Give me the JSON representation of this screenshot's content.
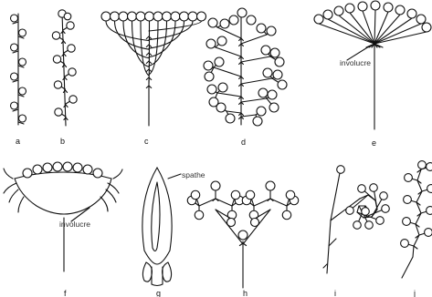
{
  "figure": {
    "panels": [
      {
        "id": "a",
        "label": "a"
      },
      {
        "id": "b",
        "label": "b"
      },
      {
        "id": "c",
        "label": "c"
      },
      {
        "id": "d",
        "label": "d"
      },
      {
        "id": "e",
        "label": "e"
      },
      {
        "id": "f",
        "label": "f"
      },
      {
        "id": "g",
        "label": "g"
      },
      {
        "id": "h",
        "label": "h"
      },
      {
        "id": "i",
        "label": "i"
      },
      {
        "id": "j",
        "label": "j"
      }
    ],
    "annotations": {
      "involucre_e": "involucre",
      "involucre_f": "involucre",
      "spathe_g": "spathe"
    }
  }
}
